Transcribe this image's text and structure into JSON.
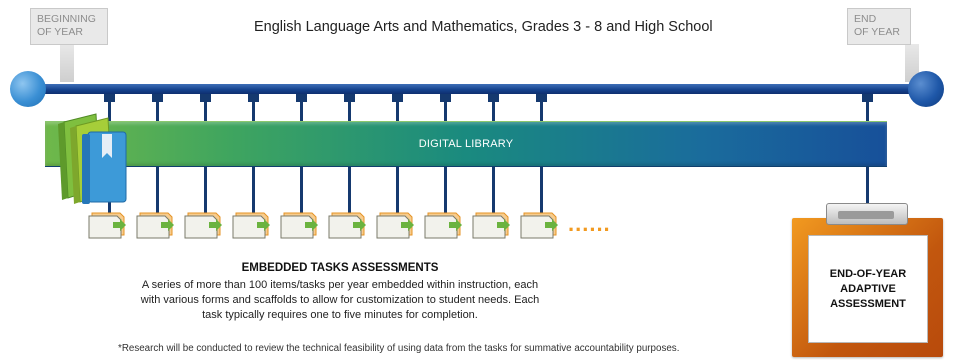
{
  "header": {
    "title": "English Language Arts and Mathematics, Grades 3 - 8 and High School",
    "start_tag": [
      "BEGINNING",
      "OF YEAR"
    ],
    "end_tag": [
      "END",
      "OF YEAR"
    ]
  },
  "library": {
    "label": "DIGITAL LIBRARY"
  },
  "tasks": {
    "count": 10,
    "continuation": "......"
  },
  "embedded": {
    "title": "EMBEDDED TASKS ASSESSMENTS",
    "description": "A series of more than 100 items/tasks per year embedded within instruction, each with various forms and scaffolds to allow for customization to student needs. Each task typically requires one to five minutes for completion."
  },
  "end_assessment": {
    "lines": [
      "END-OF-YEAR",
      "ADAPTIVE",
      "ASSESSMENT"
    ]
  },
  "footnote": "*Research will be conducted to review the technical feasibility of using data from the tasks for summative accountability purposes.",
  "colors": {
    "timeline": "#16448f",
    "endpoint": "#3a8fd4",
    "library_left": "#6fb84a",
    "library_right": "#17509a",
    "task_accent": "#f29a20",
    "task_arrow": "#6bb33f",
    "eoy_frame": "#d0600f"
  }
}
